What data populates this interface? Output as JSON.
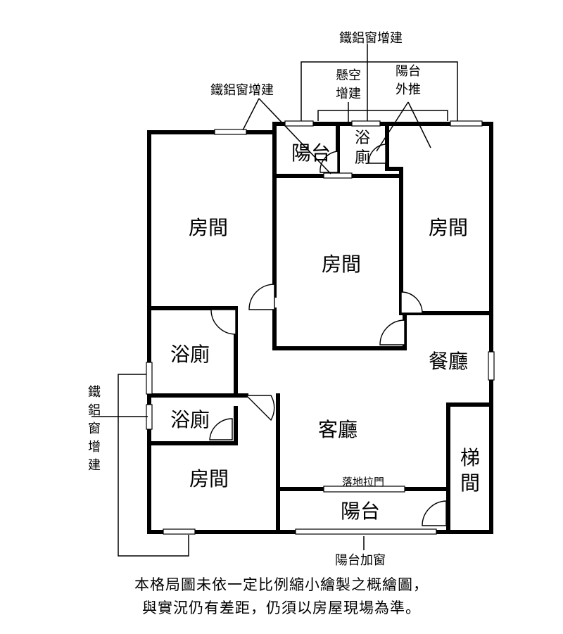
{
  "rooms": {
    "bedroom_topleft": "房間",
    "bedroom_center": "房間",
    "bedroom_topright": "房間",
    "bedroom_bottomleft": "房間",
    "bath_upper": "浴廁",
    "bath_lower": "浴廁",
    "bath_top": "浴\n廁",
    "balcony_top": "陽台",
    "balcony_bottom": "陽台",
    "dining": "餐廳",
    "living": "客廳",
    "stair": "梯\n間"
  },
  "notes": {
    "alu_window_top": "鐵鋁窗增建",
    "alu_window_left": "鐵鋁窗增建",
    "alu_window_side": "鐵\n鋁\n窗\n增\n建",
    "suspended_addition": "懸空\n增建",
    "balcony_pushout": "陽台\n外推",
    "sliding_door": "落地拉門",
    "balcony_window": "陽台加窗"
  },
  "disclaimer": {
    "line1": "本格局圖未依一定比例縮小繪製之概繪圖，",
    "line2": "與實況仍有差距，仍須以房屋現場為準。"
  }
}
